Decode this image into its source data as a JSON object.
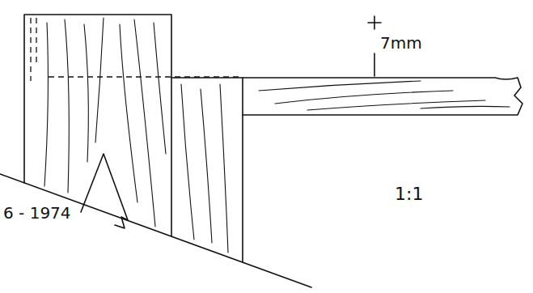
{
  "diagram": {
    "labels": [
      "7mm",
      "1:1",
      "6 - 1974"
    ]
  }
}
